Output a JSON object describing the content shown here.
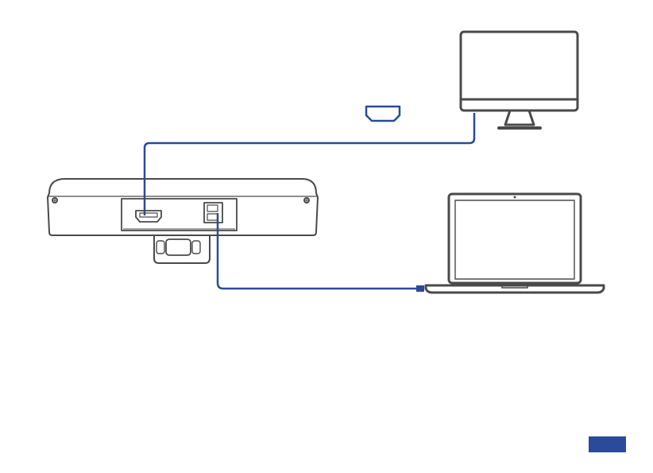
{
  "diagram": {
    "devices": [
      {
        "id": "video-bar",
        "icon": "conference-camera-bar-icon"
      },
      {
        "id": "monitor",
        "icon": "monitor-icon"
      },
      {
        "id": "laptop",
        "icon": "laptop-icon"
      }
    ],
    "connections": [
      {
        "from": "video-bar",
        "to": "monitor",
        "port": "hdmi",
        "icon": "hdmi-port-icon"
      },
      {
        "from": "video-bar",
        "to": "laptop",
        "port": "usb"
      }
    ]
  },
  "colors": {
    "line": "#4a4a4a",
    "cable": "#2a4a9a",
    "page_tab": "#2a4a9a",
    "background": "#ffffff"
  }
}
